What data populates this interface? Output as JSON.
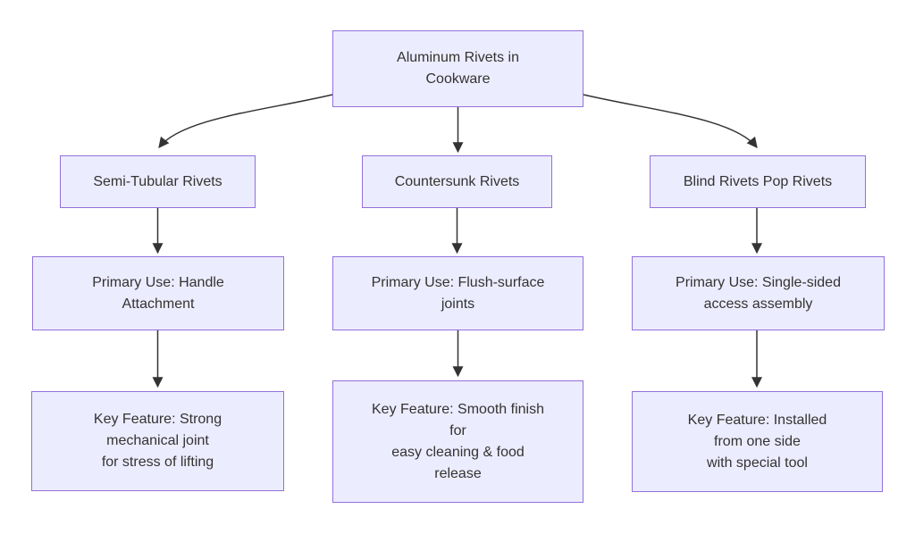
{
  "diagram": {
    "type": "flowchart",
    "direction": "top-down",
    "colors": {
      "node_fill": "#ECECFF",
      "node_border": "#9370DB",
      "edge": "#333333",
      "text": "#333333",
      "background": "#ffffff"
    },
    "nodes": {
      "root": "Aluminum Rivets in\nCookware",
      "branches": [
        {
          "type": "Semi-Tubular Rivets",
          "primary_use": "Primary Use: Handle\nAttachment",
          "key_feature": "Key Feature: Strong\nmechanical joint\nfor stress of lifting"
        },
        {
          "type": "Countersunk Rivets",
          "primary_use": "Primary Use: Flush-surface\njoints",
          "key_feature": "Key Feature: Smooth finish\nfor\neasy cleaning & food\nrelease"
        },
        {
          "type": "Blind Rivets Pop Rivets",
          "primary_use": "Primary Use: Single-sided\naccess assembly",
          "key_feature": "Key Feature: Installed\nfrom one side\nwith special tool"
        }
      ]
    }
  }
}
